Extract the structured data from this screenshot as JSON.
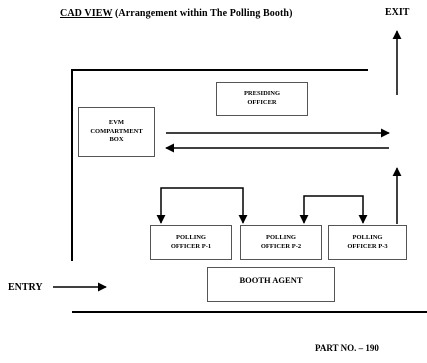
{
  "header": {
    "title_main": "CAD VIEW",
    "title_sub": "(Arrangement within The Polling Booth)",
    "exit_label": "EXIT"
  },
  "labels": {
    "entry": "ENTRY",
    "part_no": "PART NO. – 190"
  },
  "boxes": {
    "presiding_officer": "PRESIDING\nOFFICER",
    "evm_compartment": "EVM\nCOMPARTMENT\nBOX",
    "polling_officer_1": "POLLING\nOFFICER P-1",
    "polling_officer_2": "POLLING\nOFFICER P-2",
    "polling_officer_3": "POLLING\nOFFICER P-3",
    "booth_agent": "BOOTH AGENT"
  },
  "colors": {
    "line": "#000000",
    "box_border": "#555555",
    "background": "#ffffff"
  }
}
